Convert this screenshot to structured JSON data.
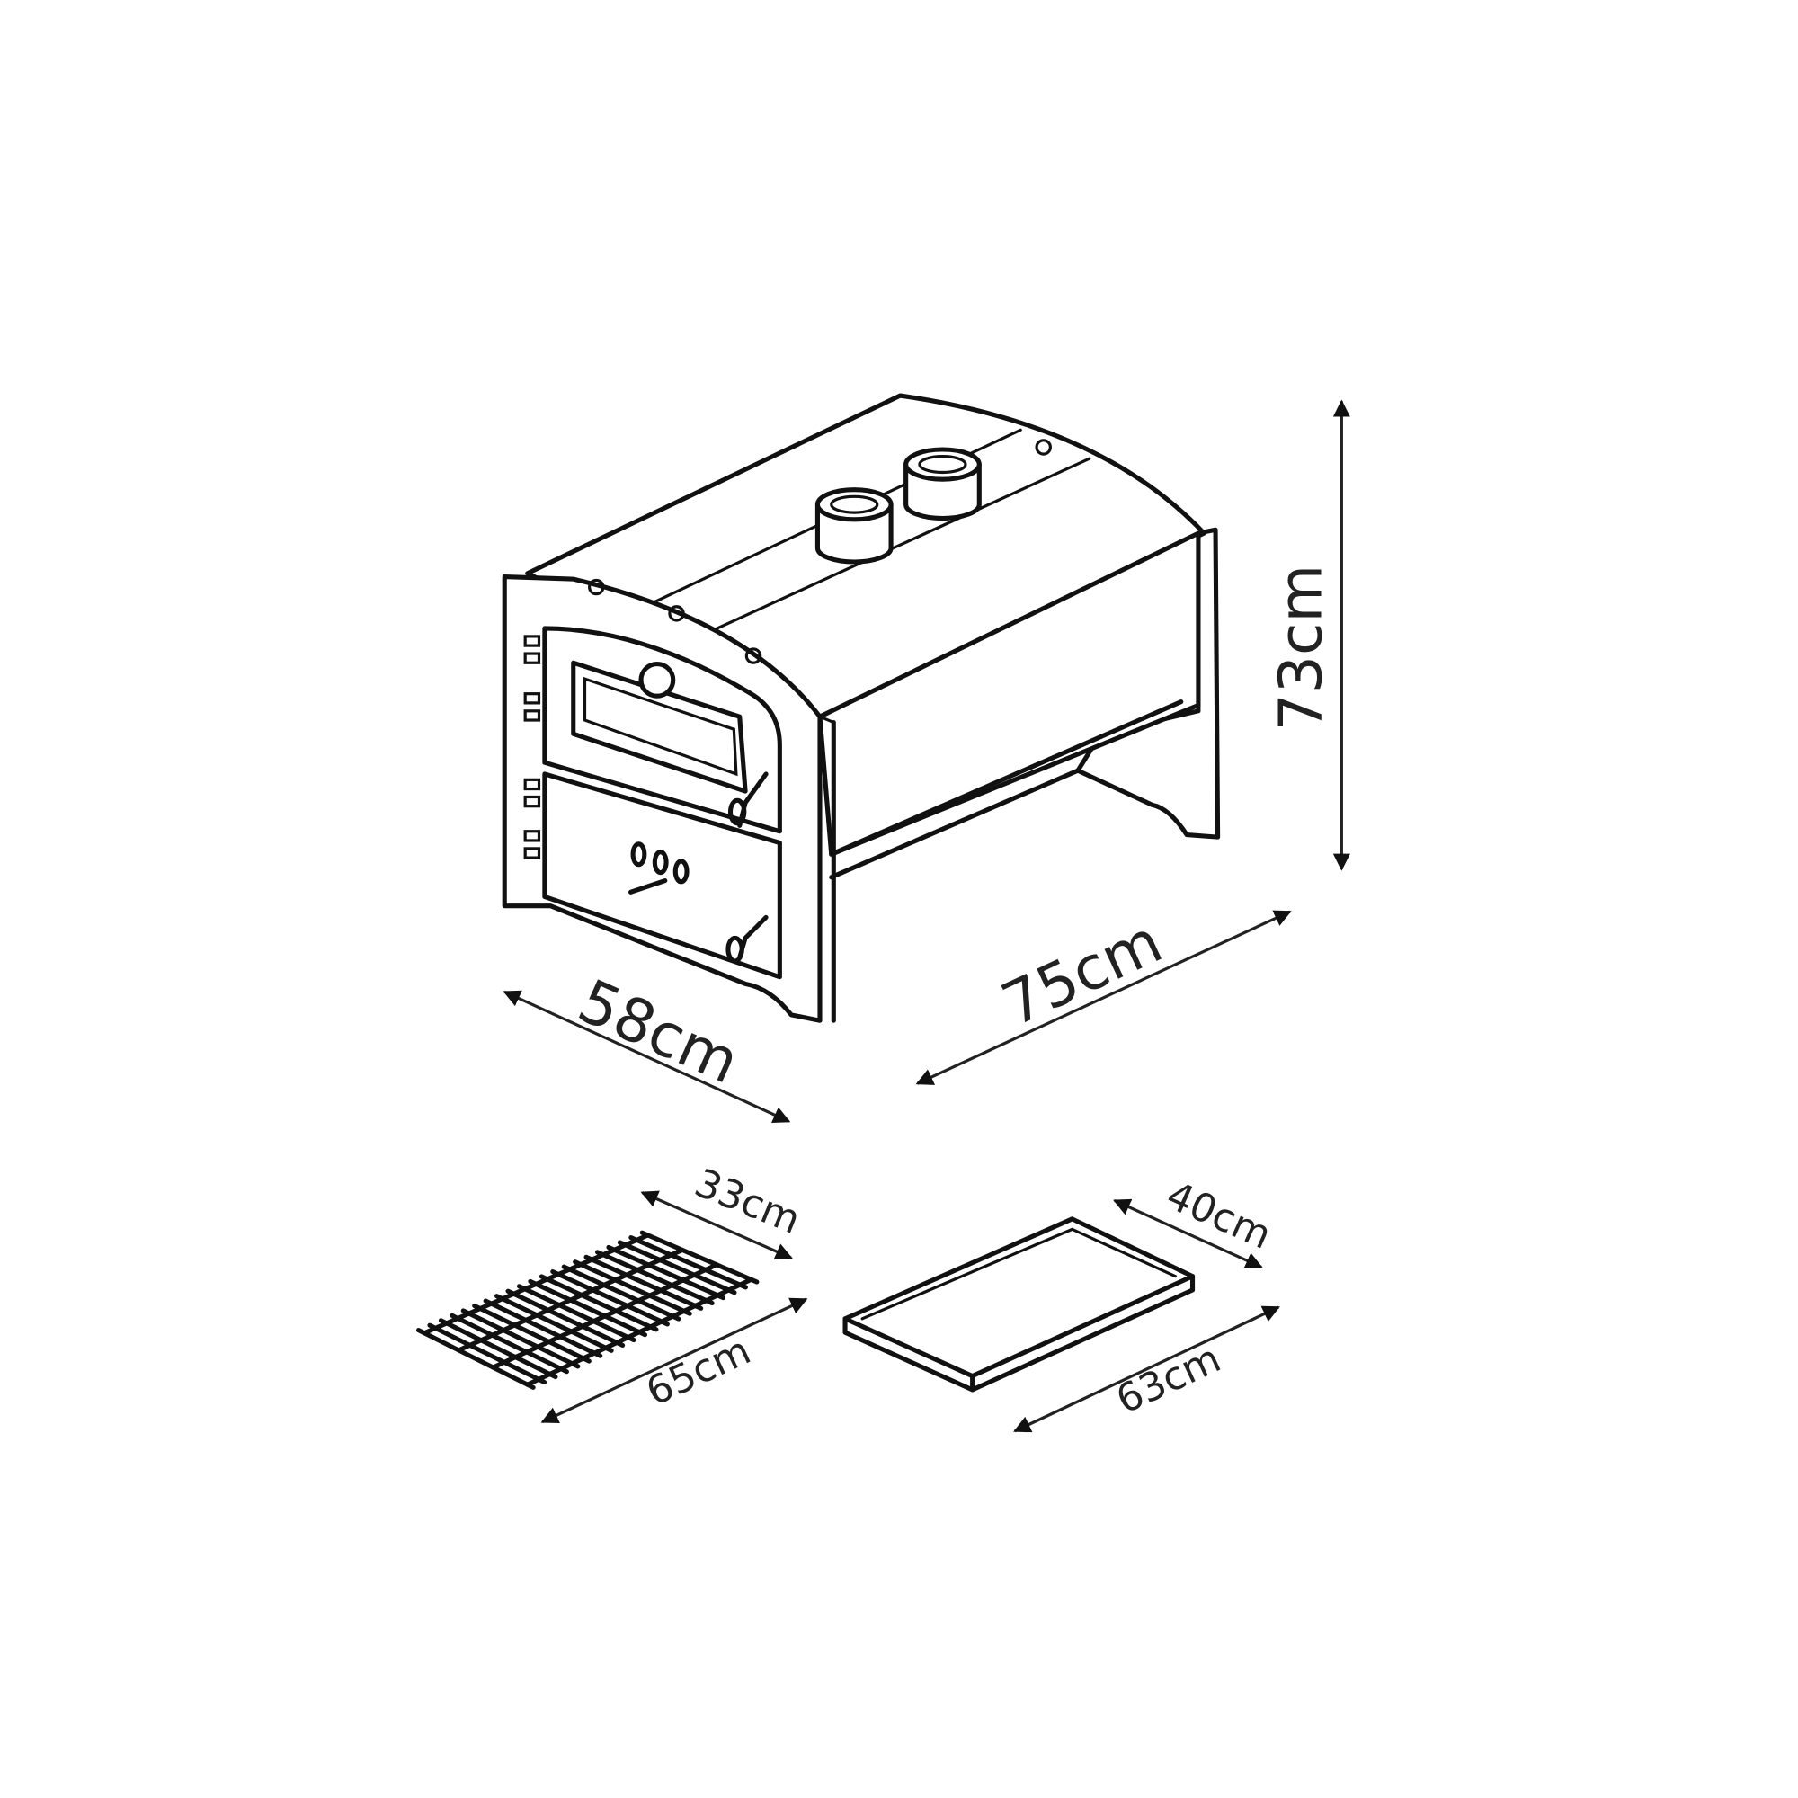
{
  "dimensions": {
    "height": "73cm",
    "depth": "58cm",
    "width": "75cm",
    "grill_depth": "33cm",
    "grill_width": "65cm",
    "tray_depth": "40cm",
    "tray_width": "63cm"
  },
  "colors": {
    "line": "#111111",
    "background": "#ffffff"
  }
}
